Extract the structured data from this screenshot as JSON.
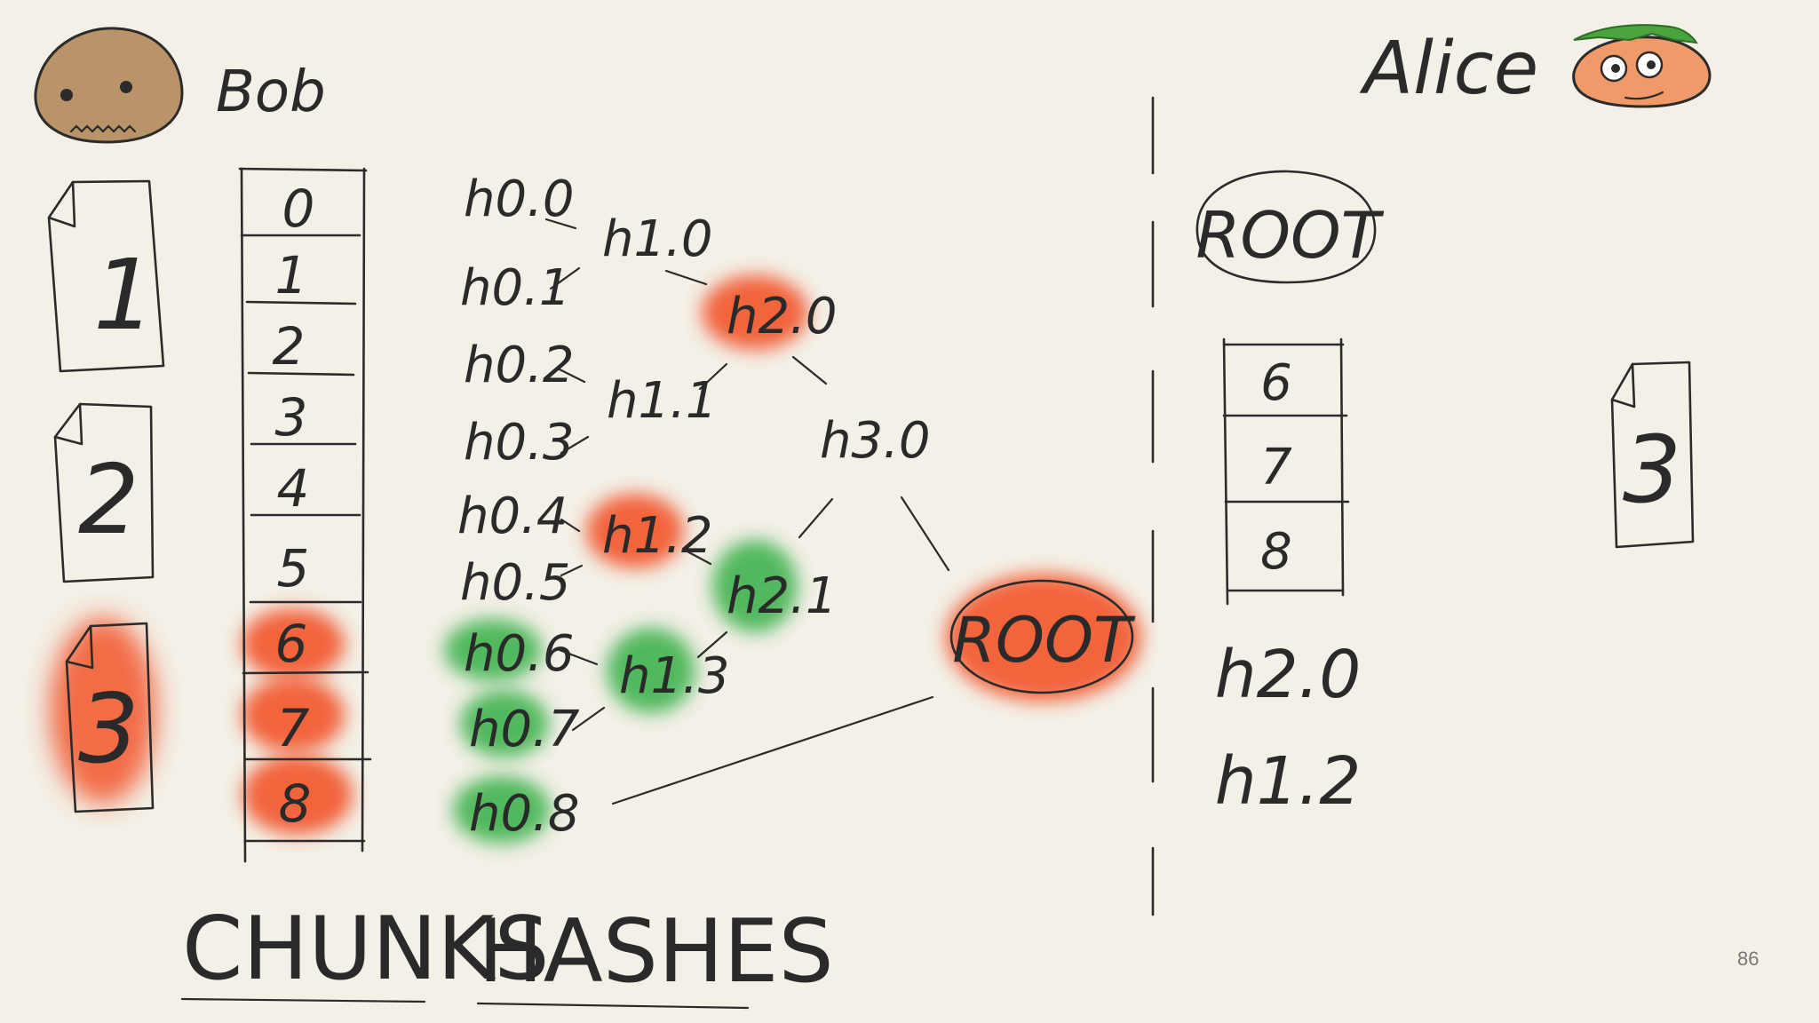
{
  "people": {
    "bob": "Bob",
    "alice": "Alice"
  },
  "bob_files": [
    "1",
    "2",
    "3"
  ],
  "chunks": [
    "0",
    "1",
    "2",
    "3",
    "4",
    "5",
    "6",
    "7",
    "8"
  ],
  "hashes": {
    "level0": [
      "h0.0",
      "h0.1",
      "h0.2",
      "h0.3",
      "h0.4",
      "h0.5",
      "h0.6",
      "h0.7",
      "h0.8"
    ],
    "level1": [
      "h1.0",
      "h1.1",
      "h1.2",
      "h1.3"
    ],
    "level2": [
      "h2.0",
      "h2.1"
    ],
    "level3": [
      "h3.0"
    ],
    "root": "ROOT"
  },
  "alice": {
    "root": "ROOT",
    "chunks": [
      "6",
      "7",
      "8"
    ],
    "proof": [
      "h2.0",
      "h1.2"
    ],
    "file": "3"
  },
  "labels": {
    "chunks": "CHUNKS",
    "hashes": "HASHES"
  },
  "page_number": "86",
  "colors": {
    "red": "#f2552c",
    "green": "#3fb24f",
    "background": "#f3f0e7"
  }
}
